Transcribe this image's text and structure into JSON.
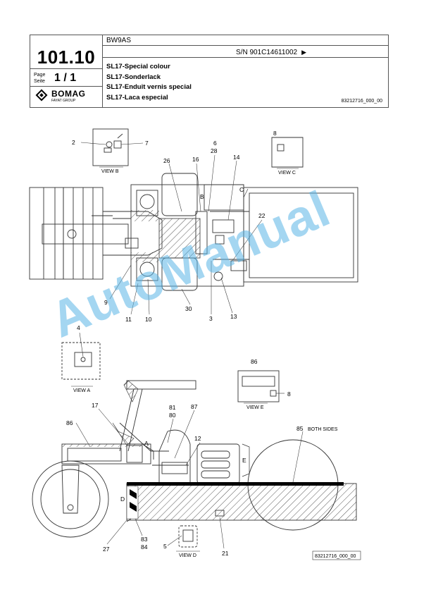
{
  "header": {
    "model": "BW9AS",
    "serial": "S/N 901C14611002",
    "serial_arrow": "▶",
    "section_number": "101.10",
    "page_label": "Page",
    "seite_label": "Seite",
    "page_number": "1 / 1",
    "brand": "BOMAG",
    "brand_group": "FAYAT GROUP",
    "titles": [
      "SL17-Special colour",
      "SL17-Sonderlack",
      "SL17-Enduit vernis special",
      "SL17-Laca especial"
    ],
    "doc_ref": "83212716_000_00"
  },
  "drawing": {
    "views": {
      "view_b": "VIEW B",
      "view_c": "VIEW C",
      "view_a": "VIEW A",
      "view_e": "VIEW E",
      "view_d": "VIEW D"
    },
    "callouts": {
      "c2": "2",
      "c7": "7",
      "c8a": "8",
      "c6": "6",
      "c28": "28",
      "c16": "16",
      "c14": "14",
      "c26": "26",
      "c22": "22",
      "cB": "B",
      "cC": "C",
      "c9": "9",
      "c11": "11",
      "c10": "10",
      "c30": "30",
      "c3": "3",
      "c13": "13",
      "c4": "4",
      "c86a": "86",
      "c8b": "8",
      "c17": "17",
      "c81": "81",
      "c80": "80",
      "c87": "87",
      "c86b": "86",
      "c12": "12",
      "c85": "85",
      "both_sides": "BOTH SIDES",
      "cA": "A",
      "cE": "E",
      "cD": "D",
      "c83": "83",
      "c84": "84",
      "c27": "27",
      "c5": "5",
      "c21": "21"
    },
    "drawing_ref": "83212716_000_00"
  },
  "watermark": "AutoManual"
}
